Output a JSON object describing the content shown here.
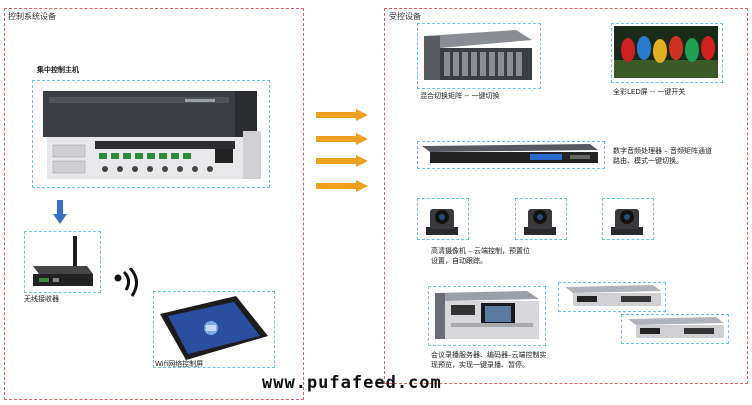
{
  "left_panel": {
    "title": "控制系统设备",
    "host_label": "集中控制主机",
    "wireless_label": "无线接收器",
    "tablet_label": "Wifi网络控制屏"
  },
  "right_panel": {
    "title": "受控设备",
    "matrix_label": "混合切换矩阵 -- 一键切换",
    "led_label": "全彩LED屏 -- 一键开关",
    "dsp_label": "数字音频处理器 – 音频矩阵通道\n路由、模式一键切换。",
    "camera_label": "高清摄像机 – 云端控制，预置位\n设置，自动跟踪。",
    "recorder_label": "会议录播服务器、编码器–云端控制实\n现预览，实现一键录播、暂停。"
  },
  "watermark": "www.pufafeed.com",
  "colors": {
    "panel_border": "#e06060",
    "device_border": "#6ec6e6",
    "arrow": "#f0a020",
    "down_arrow": "#3a6fc8"
  }
}
